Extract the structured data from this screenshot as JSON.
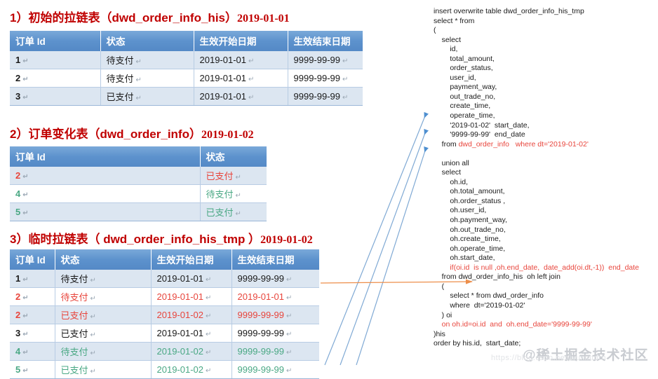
{
  "sections": [
    {
      "index": "1）",
      "title_cn": "初始的拉链表（dwd_order_info_his）",
      "date": "2019-01-01"
    },
    {
      "index": "2）",
      "title_cn": "订单变化表（dwd_order_info）",
      "date": "2019-01-02"
    },
    {
      "index": "3）",
      "title_cn": "临时拉链表（ dwd_order_info_his_tmp ）",
      "date": "2019-01-02"
    }
  ],
  "table1": {
    "headers": [
      "订单 Id",
      "状态",
      "生效开始日期",
      "生效结束日期"
    ],
    "rows": [
      {
        "cells": [
          "1",
          "待支付",
          "2019-01-01",
          "9999-99-99"
        ],
        "colors": [
          "black",
          "black",
          "black",
          "black"
        ]
      },
      {
        "cells": [
          "2",
          "待支付",
          "2019-01-01",
          "9999-99-99"
        ],
        "colors": [
          "black",
          "black",
          "black",
          "black"
        ]
      },
      {
        "cells": [
          "3",
          "已支付",
          "2019-01-01",
          "9999-99-99"
        ],
        "colors": [
          "black",
          "black",
          "black",
          "black"
        ]
      }
    ]
  },
  "table2": {
    "headers": [
      "订单 Id",
      "状态"
    ],
    "rows": [
      {
        "cells": [
          "2",
          "已支付"
        ],
        "colors": [
          "red",
          "red"
        ]
      },
      {
        "cells": [
          "4",
          "待支付"
        ],
        "colors": [
          "green",
          "green"
        ]
      },
      {
        "cells": [
          "5",
          "已支付"
        ],
        "colors": [
          "green",
          "green"
        ]
      }
    ]
  },
  "table3": {
    "headers": [
      "订单 Id",
      "状态",
      "生效开始日期",
      "生效结束日期"
    ],
    "rows": [
      {
        "cells": [
          "1",
          "待支付",
          "2019-01-01",
          "9999-99-99"
        ],
        "colors": [
          "black",
          "black",
          "black",
          "black"
        ]
      },
      {
        "cells": [
          "2",
          "待支付",
          "2019-01-01",
          "2019-01-01"
        ],
        "colors": [
          "red",
          "red",
          "red",
          "red"
        ]
      },
      {
        "cells": [
          "2",
          "已支付",
          "2019-01-02",
          "9999-99-99"
        ],
        "colors": [
          "red",
          "red",
          "red",
          "red"
        ]
      },
      {
        "cells": [
          "3",
          "已支付",
          "2019-01-01",
          "9999-99-99"
        ],
        "colors": [
          "black",
          "black",
          "black",
          "black"
        ]
      },
      {
        "cells": [
          "4",
          "待支付",
          "2019-01-02",
          "9999-99-99"
        ],
        "colors": [
          "green",
          "green",
          "green",
          "green"
        ]
      },
      {
        "cells": [
          "5",
          "已支付",
          "2019-01-02",
          "9999-99-99"
        ],
        "colors": [
          "green",
          "green",
          "green",
          "green"
        ]
      }
    ]
  },
  "sql": {
    "lines": [
      [
        {
          "t": "insert overwrite table dwd_order_info_his_tmp",
          "c": "black"
        }
      ],
      [
        {
          "t": "select * from",
          "c": "black"
        }
      ],
      [
        {
          "t": "(",
          "c": "black"
        }
      ],
      [
        {
          "t": "    select",
          "c": "black"
        }
      ],
      [
        {
          "t": "        id,",
          "c": "black"
        }
      ],
      [
        {
          "t": "        total_amount,",
          "c": "black"
        }
      ],
      [
        {
          "t": "        order_status,",
          "c": "black"
        }
      ],
      [
        {
          "t": "        user_id,",
          "c": "black"
        }
      ],
      [
        {
          "t": "        payment_way,",
          "c": "black"
        }
      ],
      [
        {
          "t": "        out_trade_no,",
          "c": "black"
        }
      ],
      [
        {
          "t": "        create_time,",
          "c": "black"
        }
      ],
      [
        {
          "t": "        operate_time,",
          "c": "black"
        }
      ],
      [
        {
          "t": "        '2019-01-02'  start_date,",
          "c": "black"
        }
      ],
      [
        {
          "t": "        '9999-99-99'  end_date",
          "c": "black"
        }
      ],
      [
        {
          "t": "    from ",
          "c": "black"
        },
        {
          "t": "dwd_order_info   where dt='2019-01-02'",
          "c": "red"
        }
      ],
      [
        {
          "t": "",
          "c": "black"
        }
      ],
      [
        {
          "t": "    union all",
          "c": "black"
        }
      ],
      [
        {
          "t": "    select",
          "c": "black"
        }
      ],
      [
        {
          "t": "        oh.id,",
          "c": "black"
        }
      ],
      [
        {
          "t": "        oh.total_amount,",
          "c": "black"
        }
      ],
      [
        {
          "t": "        oh.order_status ,",
          "c": "black"
        }
      ],
      [
        {
          "t": "        oh.user_id,",
          "c": "black"
        }
      ],
      [
        {
          "t": "        oh.payment_way,",
          "c": "black"
        }
      ],
      [
        {
          "t": "        oh.out_trade_no,",
          "c": "black"
        }
      ],
      [
        {
          "t": "        oh.create_time,",
          "c": "black"
        }
      ],
      [
        {
          "t": "        oh.operate_time,",
          "c": "black"
        }
      ],
      [
        {
          "t": "        oh.start_date,",
          "c": "black"
        }
      ],
      [
        {
          "t": "        ",
          "c": "black"
        },
        {
          "t": "if(oi.id  is null ,oh.end_date,  date_add(oi.dt,-1))  end_date",
          "c": "red"
        }
      ],
      [
        {
          "t": "    from dwd_order_info_his  oh left join",
          "c": "black"
        }
      ],
      [
        {
          "t": "    (",
          "c": "black"
        }
      ],
      [
        {
          "t": "        select * from dwd_order_info",
          "c": "black"
        }
      ],
      [
        {
          "t": "        where  dt='2019-01-02'",
          "c": "black"
        }
      ],
      [
        {
          "t": "    ) oi",
          "c": "black"
        }
      ],
      [
        {
          "t": "    ",
          "c": "black"
        },
        {
          "t": "on oh.id=oi.id  and  oh.end_date='9999-99-99'",
          "c": "red"
        }
      ],
      [
        {
          "t": ")his",
          "c": "black"
        }
      ],
      [
        {
          "t": "order by his.id,  start_date;",
          "c": "black"
        }
      ]
    ]
  },
  "watermark": {
    "text": "@稀土掘金技术社区",
    "sub": "https://blog.csdn.net/wuxintdrh"
  },
  "colors": {
    "title_red": "#c00000",
    "header_blue": "#5d92cd",
    "row_stripe": "#dce6f1",
    "text_red": "#e8453c",
    "text_green": "#4aa884",
    "arrow_blue": "#7fa9d4",
    "arrow_orange": "#ed8e4a"
  }
}
